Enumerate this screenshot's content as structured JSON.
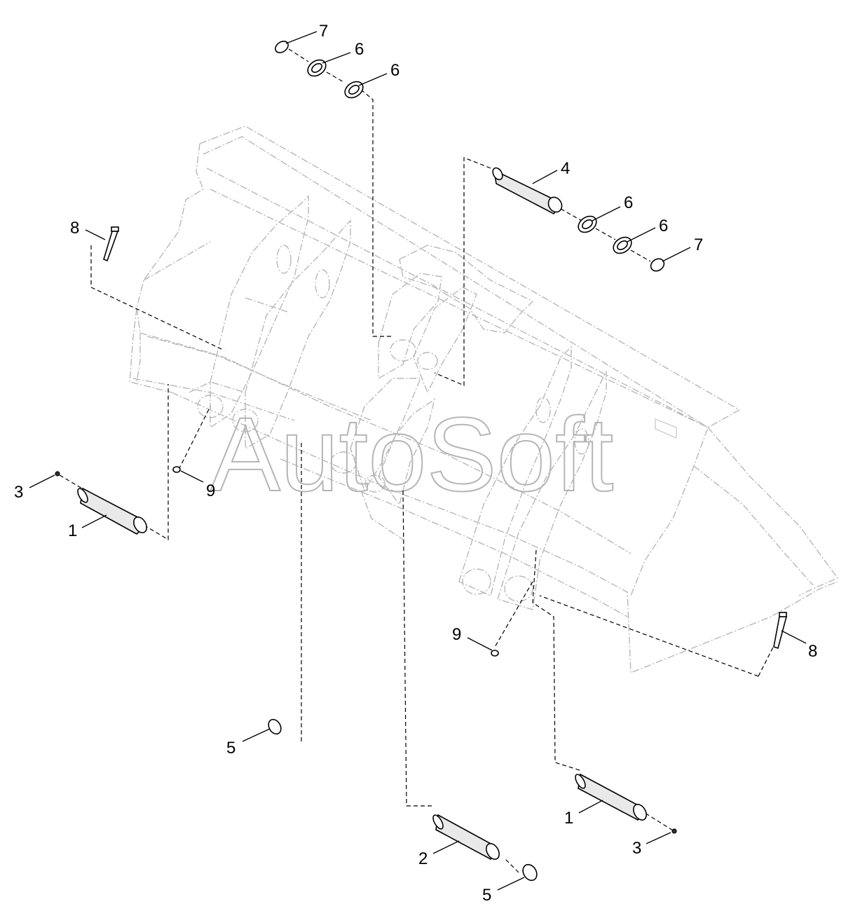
{
  "callouts": {
    "c7_top": "7",
    "c6_top_a": "6",
    "c6_top_b": "6",
    "c4": "4",
    "c6_right_a": "6",
    "c6_right_b": "6",
    "c7_right": "7",
    "c8_left": "8",
    "c3_left": "3",
    "c9_left": "9",
    "c1_left": "1",
    "c9_right": "9",
    "c8_right": "8",
    "c5_mid": "5",
    "c1_right": "1",
    "c3_right": "3",
    "c2": "2",
    "c5_bottom": "5"
  },
  "watermark": "AutoSoft"
}
